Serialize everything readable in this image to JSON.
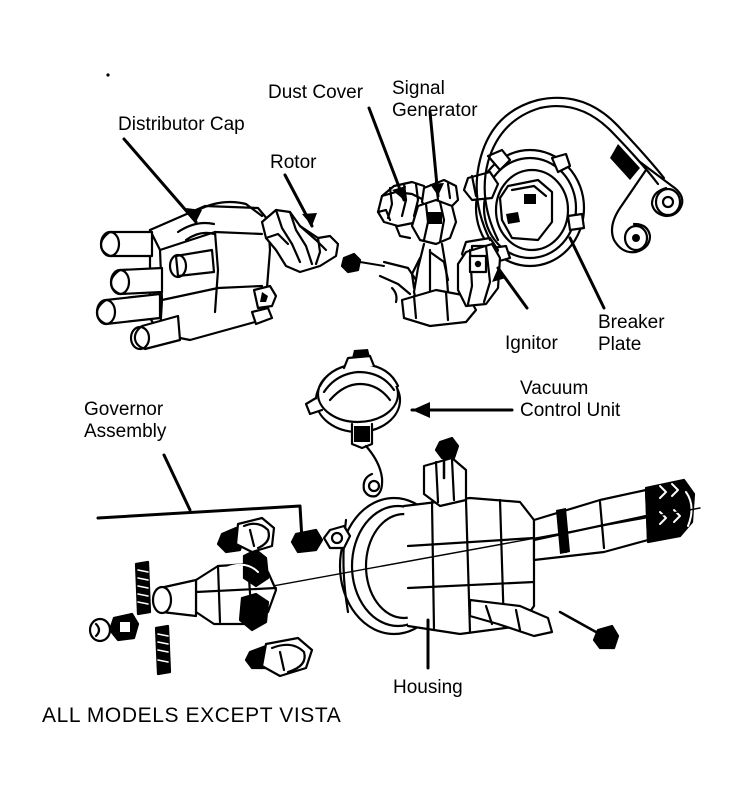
{
  "figure": {
    "title_caption": "ALL MODELS EXCEPT VISTA",
    "subject": "exploded-view automotive distributor assembly",
    "background_color": "#ffffff",
    "line_color": "#000000"
  },
  "labels": {
    "distributor_cap": "Distributor Cap",
    "rotor": "Rotor",
    "dust_cover": "Dust Cover",
    "signal_generator_line1": "Signal",
    "signal_generator_line2": "Generator",
    "breaker_plate_line1": "Breaker",
    "breaker_plate_line2": "Plate",
    "ignitor": "Ignitor",
    "vacuum_control_line1": "Vacuum",
    "vacuum_control_line2": "Control Unit",
    "governor_line1": "Governor",
    "governor_line2": "Assembly",
    "housing": "Housing"
  },
  "parts_list": [
    "Distributor Cap",
    "Rotor",
    "Dust Cover",
    "Signal Generator",
    "Breaker Plate",
    "Ignitor",
    "Vacuum Control Unit",
    "Governor Assembly",
    "Housing"
  ]
}
